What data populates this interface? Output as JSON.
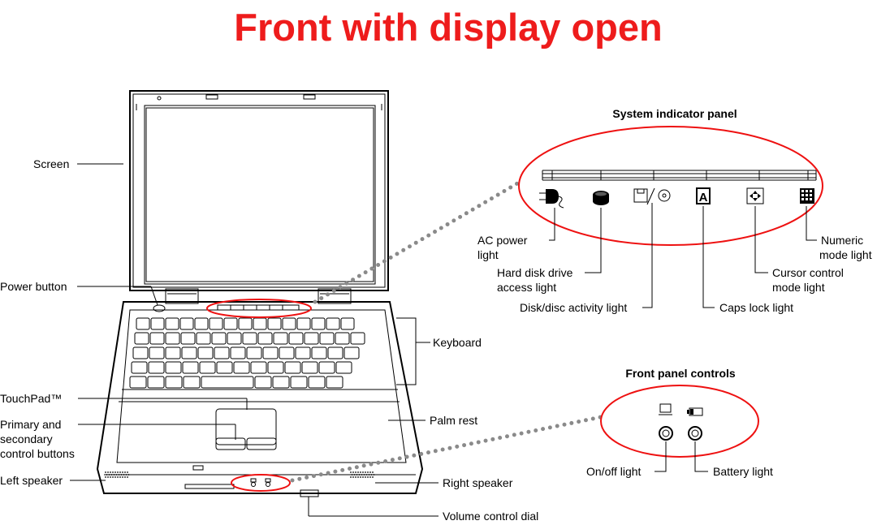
{
  "title": "Front with display open",
  "indicator_panel": {
    "heading": "System indicator panel",
    "labels": {
      "ac_power": [
        "AC power",
        "light"
      ],
      "hdd": [
        "Hard disk drive",
        "access light"
      ],
      "disk": "Disk/disc activity light",
      "caps": "Caps lock light",
      "cursor": [
        "Cursor control",
        "mode light"
      ],
      "numeric": [
        "Numeric",
        "mode light"
      ]
    }
  },
  "front_panel": {
    "heading": "Front panel controls",
    "labels": {
      "onoff": "On/off light",
      "battery": "Battery light"
    }
  },
  "callouts": {
    "screen": "Screen",
    "power_button": "Power button",
    "keyboard": "Keyboard",
    "touchpad": "TouchPad™",
    "buttons": [
      "Primary and",
      "secondary",
      "control buttons"
    ],
    "palm_rest": "Palm rest",
    "left_speaker": "Left speaker",
    "right_speaker": "Right speaker",
    "volume_dial": "Volume control dial"
  },
  "colors": {
    "title": "#ee1c1c",
    "highlight": "#e11111",
    "dots": "#8a8a8a"
  }
}
